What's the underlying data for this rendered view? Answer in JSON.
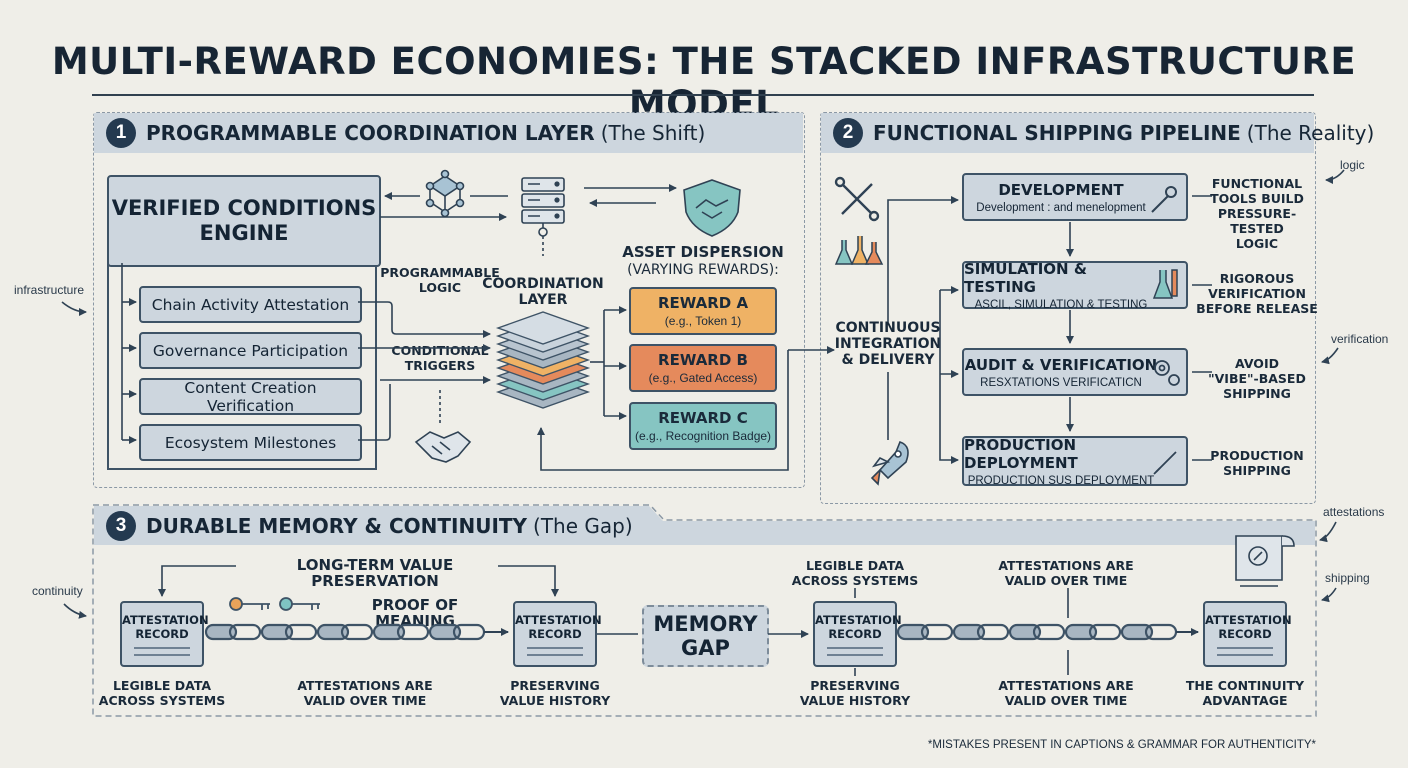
{
  "title": "MULTI-REWARD ECONOMIES: THE STACKED INFRASTRUCTURE MODEL",
  "colors": {
    "reward_a": "#efb265",
    "reward_b": "#e58a5c",
    "reward_c": "#86c5c2",
    "panel_bg": "#cdd6de",
    "ink": "#1f2e3d"
  },
  "section1": {
    "number": "1",
    "title": "PROGRAMMABLE COORDINATION LAYER",
    "subtitle": "(The Shift)",
    "engine_line1": "VERIFIED CONDITIONS",
    "engine_line2": "ENGINE",
    "conditions": [
      "Chain Activity Attestation",
      "Governance Participation",
      "Content Creation Verification",
      "Ecosystem Milestones"
    ],
    "programmable_logic": "PROGRAMMABLE\nLOGIC",
    "conditional_triggers": "CONDITIONAL\nTRIGGERS",
    "coordination_layer": "COORDINATION\nLAYER",
    "asset_dispersion": "ASSET DISPERSION",
    "varying_rewards": "(VARYING REWARDS):",
    "rewards": [
      {
        "title": "REWARD A",
        "sub": "(e.g., Token 1)"
      },
      {
        "title": "REWARD B",
        "sub": "(e.g., Gated Access)"
      },
      {
        "title": "REWARD C",
        "sub": "(e.g., Recognition Badge)"
      }
    ],
    "icons": [
      "network-icon",
      "server-icon",
      "handshake-shield-icon",
      "handshake-icon",
      "layers-icon"
    ]
  },
  "section2": {
    "number": "2",
    "title": "FUNCTIONAL SHIPPING PIPELINE",
    "subtitle": "(The Reality)",
    "ci_label": "CONTINUOUS\nINTEGRATION\n& DELIVERY",
    "steps": [
      {
        "title": "DEVELOPMENT",
        "sub": "Development : and menelopment",
        "note": "FUNCTIONAL\nTOOLS BUILD\nPRESSURE-TESTED\nLOGIC"
      },
      {
        "title": "SIMULATION & TESTING",
        "sub": "ASCIL, SIMULATION & TESTING",
        "note": "RIGOROUS\nVERIFICATION\nBEFORE RELEASE"
      },
      {
        "title": "AUDIT & VERIFICATION",
        "sub": "RESXTATIONS VERIFICATICN",
        "note": "AVOID\n\"VIBE\"-BASED\nSHIPPING"
      },
      {
        "title": "PRODUCTION DEPLOYMENT",
        "sub": "PRODUCTION SUS DEPLOYMENT",
        "note": "PRODUCTION\nSHIPPING"
      }
    ],
    "icons": [
      "tools-icon",
      "flask-icon",
      "rocket-icon",
      "wrench-icon",
      "gear-icon",
      "pen-icon"
    ]
  },
  "section3": {
    "number": "3",
    "title": "DURABLE MEMORY & CONTINUITY",
    "subtitle": "(The Gap)",
    "record_label": "ATTESTATION\nRECORD",
    "long_term": "LONG-TERM VALUE PRESERVATION",
    "proof": "PROOF OF MEANING",
    "memory_gap": "MEMORY\nGAP",
    "captions": {
      "c1": "LEGIBLE DATA\nACROSS SYSTEMS",
      "c2": "ATTESTATIONS ARE\nVALID OVER TIME",
      "c3": "PRESERVING\nVALUE HISTORY",
      "c4": "LEGIBLE DATA\nACROSS SYSTEMS",
      "c5": "ATTESTATIONS ARE\nVALID OVER TIME",
      "c6": "PRESERVING\nVALUE HISTORY",
      "c7": "ATTESTATIONS ARE\nVALID OVER TIME",
      "c8": "THE CONTINUITY\nADVANTAGE"
    },
    "icons": [
      "key-icon",
      "chain-icon",
      "certificate-scroll-icon"
    ]
  },
  "side_notes": {
    "infrastructure": "infrastructure",
    "continuity": "continuity",
    "logic": "logic",
    "verification": "verification",
    "attestations": "attestations",
    "shipping": "shipping"
  },
  "footnote": "*MISTAKES PRESENT IN CAPTIONS & GRAMMAR FOR AUTHENTICITY*"
}
